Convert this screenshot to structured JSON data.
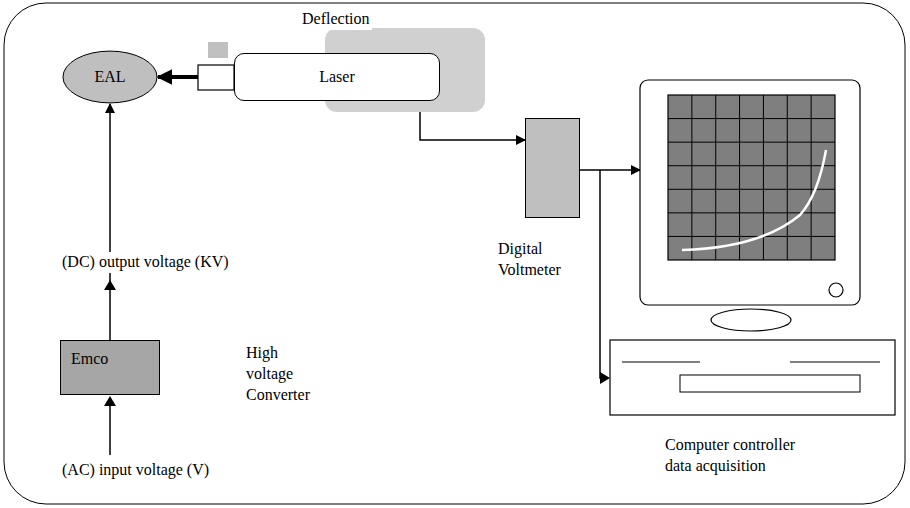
{
  "diagram": {
    "nodes": [
      {
        "text": [
          "EAL"
        ]
      },
      {
        "text": [
          "Laser"
        ]
      },
      {
        "text": [
          "Emco",
          "High voltage Converter"
        ]
      },
      {
        "text": [
          "Digital Voltmeter"
        ]
      },
      {
        "text": [
          "Computer controller data acquisition"
        ]
      }
    ],
    "edges": [
      {
        "from": 1,
        "to": 0,
        "arrow": "to"
      },
      {
        "from": 2,
        "to": 0,
        "label": "(DC) output voltage (KV)",
        "arrow": "to"
      },
      {
        "from": 1,
        "to": 3,
        "arrow": "to"
      },
      {
        "from": 3,
        "to": 4,
        "arrow": "to"
      }
    ],
    "labels": [
      "Deflection",
      "(AC) input voltage (V)"
    ]
  }
}
